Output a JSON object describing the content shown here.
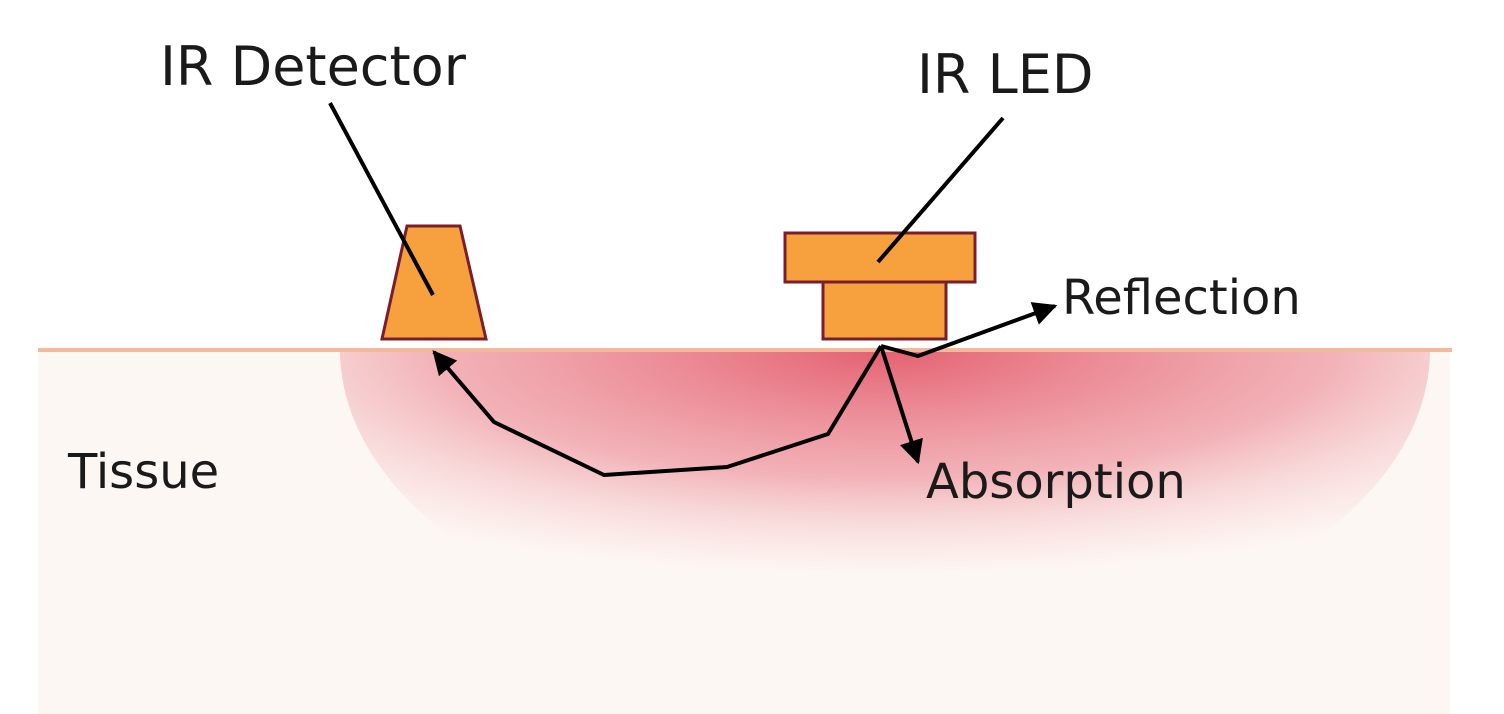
{
  "labels": {
    "detector": "IR Detector",
    "led": "IR LED",
    "reflection": "Reflection",
    "absorption": "Absorption",
    "tissue": "Tissue"
  },
  "colors": {
    "component_fill": "#F6A03E",
    "component_stroke": "#7A1E2C",
    "surface_line": "#F4B89C",
    "tissue_background": "#FDF7F4",
    "tissue_glow": "#E0465A",
    "arrow": "#000000"
  }
}
